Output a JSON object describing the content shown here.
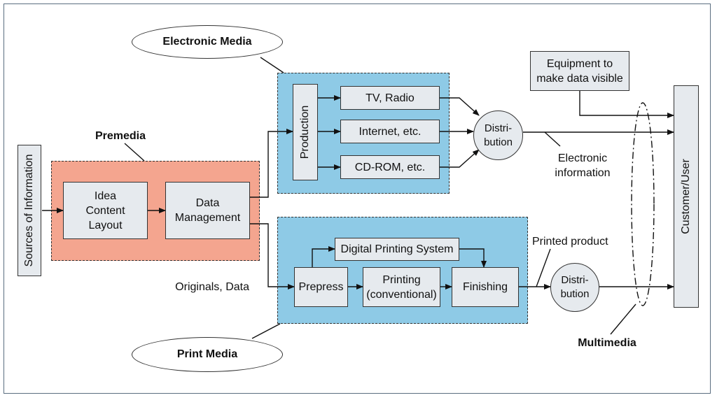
{
  "sources": "Sources of Information",
  "premedia": {
    "title": "Premedia",
    "idea": "Idea\nContent\nLayout",
    "data_management": "Data\nManagement"
  },
  "electronic_media": {
    "title": "Electronic Media",
    "production": "Production",
    "tv": "TV, Radio",
    "internet": "Internet, etc.",
    "cdrom": "CD-ROM, etc.",
    "distribution": "Distri-\nbution",
    "electronic_info": "Electronic\ninformation"
  },
  "equipment": "Equipment to\nmake data visible",
  "customer": "Customer/User",
  "print_media": {
    "title": "Print Media",
    "originals": "Originals, Data",
    "digital": "Digital Printing System",
    "prepress": "Prepress",
    "printing": "Printing\n(conventional)",
    "finishing": "Finishing",
    "printed_product": "Printed product",
    "distribution": "Distri-\nbution"
  },
  "multimedia": "Multimedia"
}
